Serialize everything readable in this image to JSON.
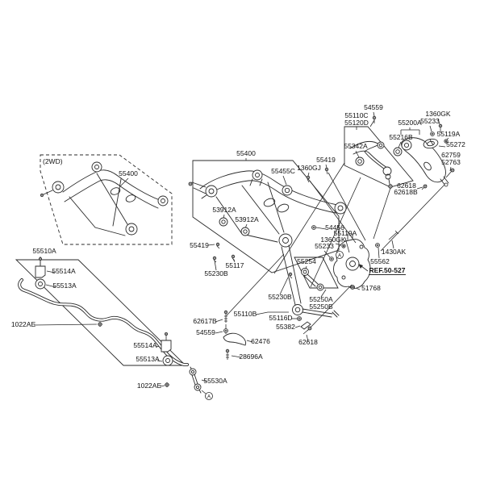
{
  "diagram": {
    "variant_label": "(2WD)",
    "callout_letter": "A",
    "ref_callout": "REF.50-527",
    "colors": {
      "line": "#2a2a2a",
      "background": "#ffffff",
      "text": "#111111"
    },
    "icons": [
      "bolt-icon",
      "nut-icon",
      "washer-icon",
      "bushing-icon",
      "clamp-icon",
      "ball-joint-icon",
      "spring-seat-icon",
      "circle-callout-a"
    ],
    "labels": [
      "(2WD)",
      "55400",
      "55510A",
      "55400",
      "55455C",
      "1360GJ",
      "55419",
      "54559",
      "55110C",
      "55120D",
      "1360GK",
      "55233",
      "55200A",
      "55119A",
      "55216B",
      "55342A",
      "55272",
      "62759",
      "52763",
      "62618",
      "62618B",
      "53912A",
      "53912A",
      "55419",
      "55117",
      "55230B",
      "54456",
      "55119A",
      "1360GK",
      "55233",
      "1430AK",
      "55562",
      "REF.50-527",
      "51768",
      "55254",
      "55250A",
      "55250B",
      "55230B",
      "55110B",
      "55116D",
      "55382",
      "62617B",
      "54559",
      "62476",
      "62618",
      "28696A",
      "55530A",
      "55514A",
      "55513A",
      "1022AE",
      "55514A",
      "55513A",
      "1022AE"
    ]
  }
}
